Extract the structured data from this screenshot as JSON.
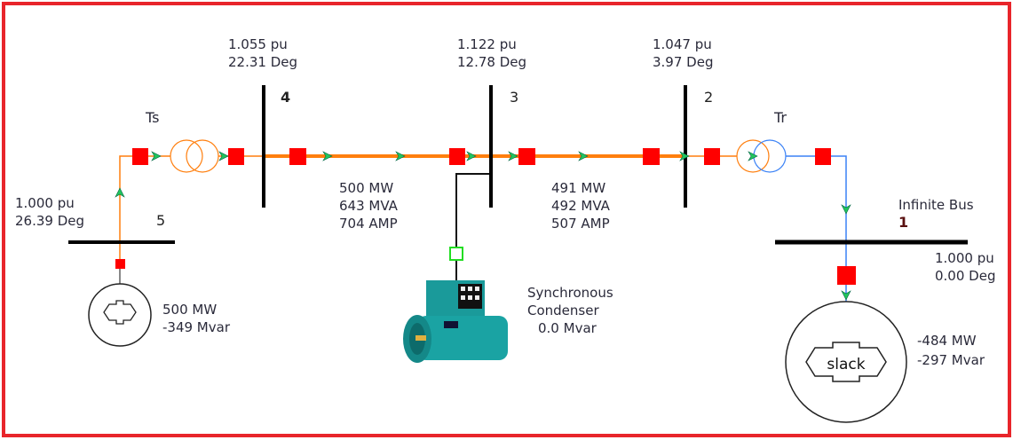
{
  "buses": {
    "b4": {
      "number": "4",
      "voltage": "1.055 pu",
      "angle": "22.31 Deg"
    },
    "b3": {
      "number": "3",
      "voltage": "1.122 pu",
      "angle": "12.78 Deg"
    },
    "b2": {
      "number": "2",
      "voltage": "1.047 pu",
      "angle": "3.97 Deg"
    },
    "b5": {
      "number": "5",
      "voltage": "1.000 pu",
      "angle": "26.39 Deg"
    },
    "b1": {
      "name": "Infinite Bus",
      "number": "1",
      "voltage": "1.000 pu",
      "angle": "0.00 Deg"
    }
  },
  "transformers": {
    "sending": "Ts",
    "receiving": "Tr"
  },
  "lines": {
    "l43": {
      "mw": "500 MW",
      "mva": "643 MVA",
      "amp": "704 AMP"
    },
    "l32": {
      "mw": "491 MW",
      "mva": "492 MVA",
      "amp": "507 AMP"
    }
  },
  "generator": {
    "mw": "500 MW",
    "mvar": "-349 Mvar"
  },
  "condenser": {
    "line1": "Synchronous",
    "line2": "Condenser",
    "mvar": "0.0 Mvar"
  },
  "slack": {
    "label": "slack",
    "mw": "-484 MW",
    "mvar": "-297 Mvar"
  },
  "colors": {
    "frame": "#e8252b",
    "breaker": "#ff0000",
    "line": "#ff7f0e",
    "low_side": "#3b82f6",
    "arrow": "#22c55e"
  }
}
